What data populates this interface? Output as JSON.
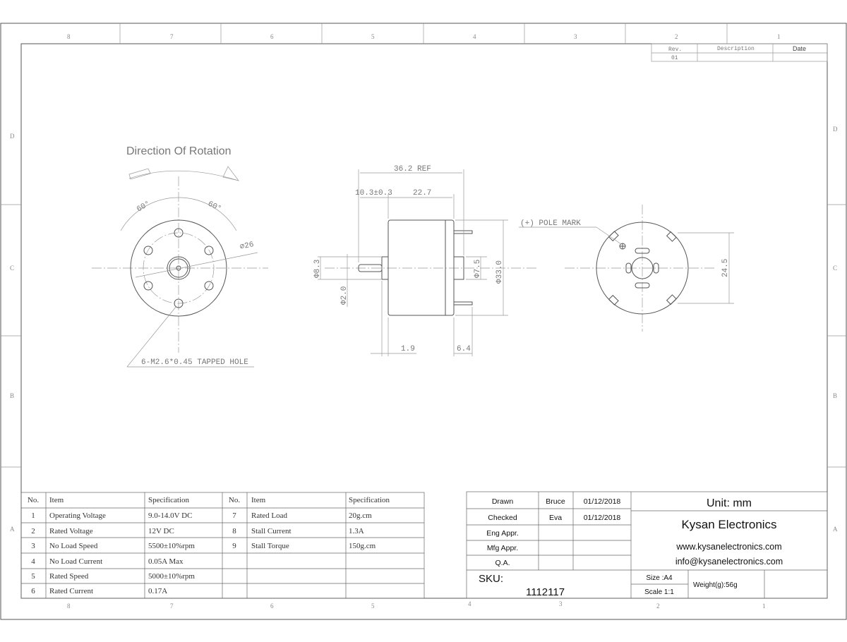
{
  "zones": {
    "columns": [
      "8",
      "7",
      "6",
      "5",
      "4",
      "3",
      "2",
      "1"
    ],
    "rows": [
      "D",
      "C",
      "B",
      "A"
    ]
  },
  "revision_table": {
    "headers": [
      "Rev.",
      "Description",
      "Date"
    ],
    "rows": [
      [
        "01",
        "",
        ""
      ]
    ]
  },
  "views": {
    "rotation_title": "Direction Of Rotation",
    "angle_left": "60°",
    "angle_right": "60°",
    "diameter_bolt_circle": "⌀26",
    "tapped_hole_note": "6-M2.6*0.45 TAPPED HOLE",
    "dim_overall": "36.2 REF",
    "dim_shaft_length": "10.3±0.3",
    "dim_body_length": "22.7",
    "dim_boss_front": "Φ8.3",
    "dim_shaft_dia": "Φ2.0",
    "dim_boss_rear": "Φ7.5",
    "dim_body_dia": "Φ33.0",
    "dim_boss_thickness": "1.9",
    "dim_terminal_length": "6.4",
    "pole_mark": "(+) POLE MARK",
    "dim_terminal_spacing": "24.5"
  },
  "spec_table": {
    "headers": [
      "No.",
      "Item",
      "Specification",
      "No.",
      "Item",
      "Specification"
    ],
    "rows": [
      [
        "1",
        "Operating Voltage",
        "9.0-14.0V DC",
        "7",
        "Rated Load",
        "20g.cm"
      ],
      [
        "2",
        "Rated Voltage",
        "12V DC",
        "8",
        "Stall Current",
        "1.3A"
      ],
      [
        "3",
        "No Load Speed",
        "5500±10%rpm",
        "9",
        "Stall Torque",
        "150g.cm"
      ],
      [
        "4",
        "No Load Current",
        "0.05A Max",
        "",
        "",
        ""
      ],
      [
        "5",
        "Rated Speed",
        "5000±10%rpm",
        "",
        "",
        ""
      ],
      [
        "6",
        "Rated Current",
        "0.17A",
        "",
        "",
        ""
      ]
    ]
  },
  "title_block": {
    "approvals": [
      [
        "Drawn",
        "Bruce",
        "01/12/2018"
      ],
      [
        "Checked",
        "Eva",
        "01/12/2018"
      ],
      [
        "Eng Appr.",
        "",
        ""
      ],
      [
        "Mfg Appr.",
        "",
        ""
      ],
      [
        "Q.A.",
        "",
        ""
      ]
    ],
    "unit": "Unit: mm",
    "company": "Kysan Electronics",
    "website": "www.kysanelectronics.com",
    "email": "info@kysanelectronics.com",
    "sku_label": "SKU:",
    "sku": "1112117",
    "size": "Size :A4",
    "scale": "Scale 1:1",
    "weight": "Weight(g):56g"
  }
}
